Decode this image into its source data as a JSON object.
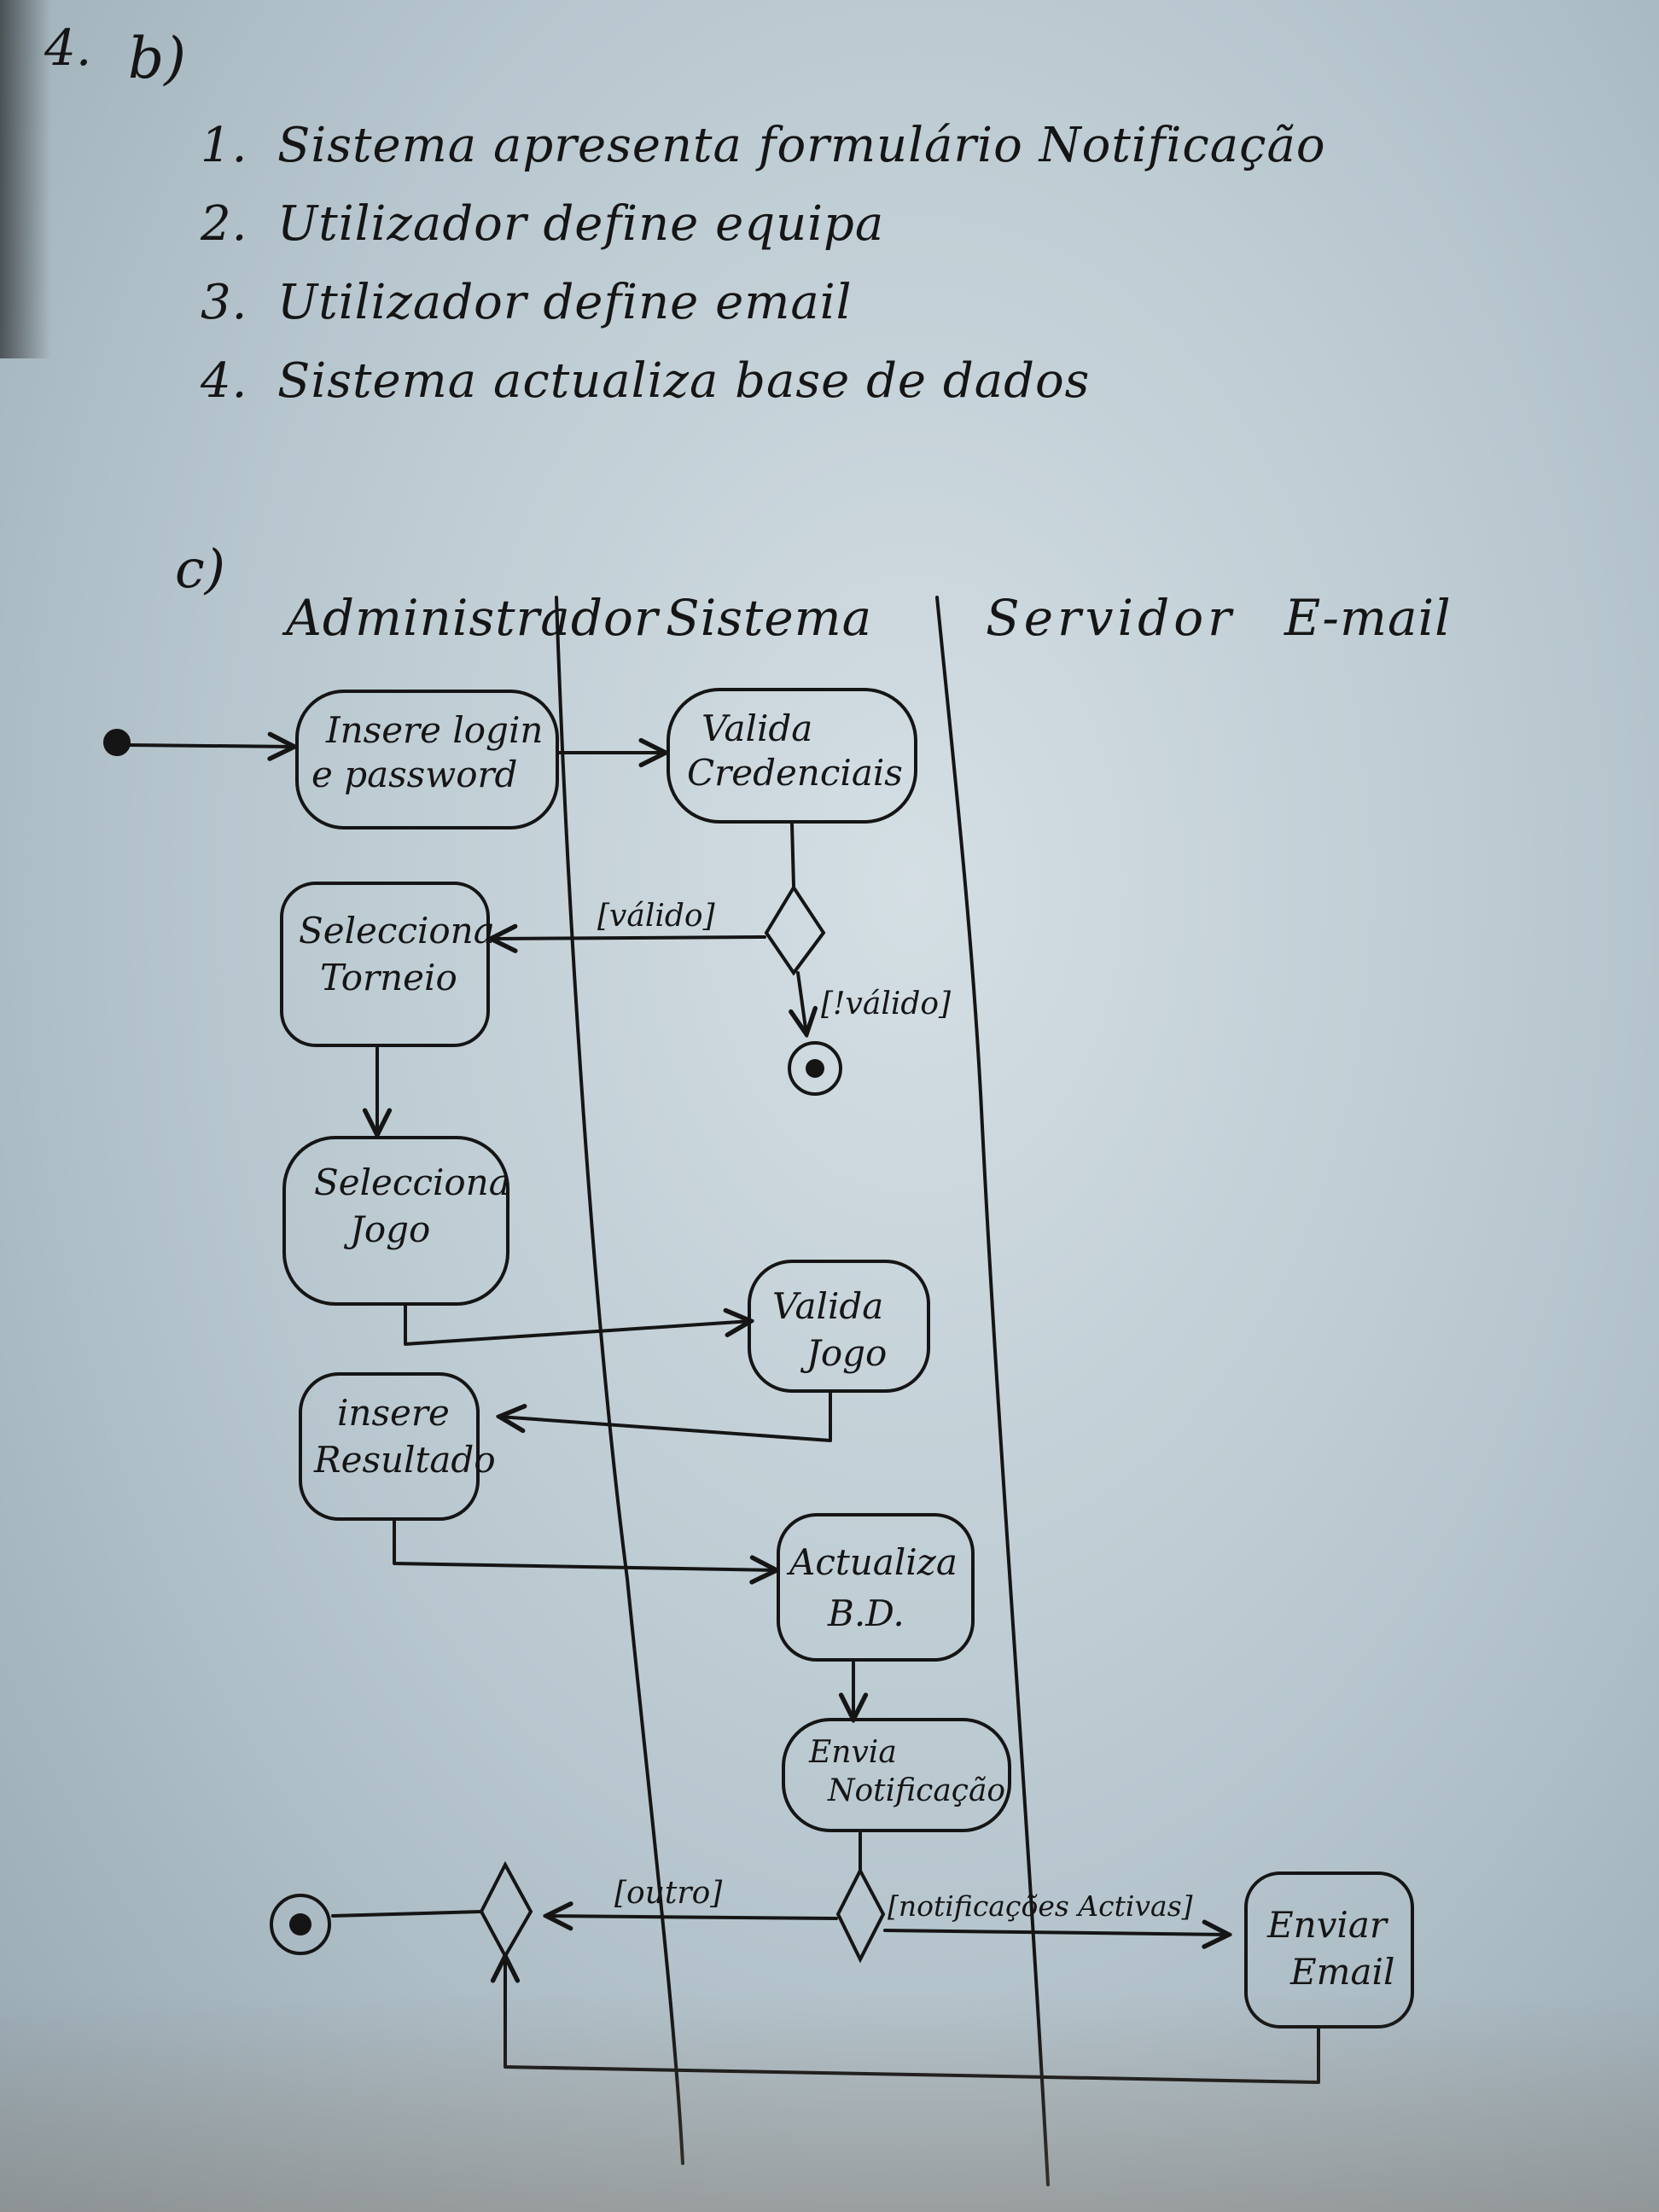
{
  "header": {
    "section_number": "4.",
    "subsection_b": "b)",
    "subsection_c": "c)"
  },
  "steps": [
    {
      "num": "1.",
      "text": "Sistema apresenta formulário Notificação"
    },
    {
      "num": "2.",
      "text": "Utilizador define equipa"
    },
    {
      "num": "3.",
      "text": "Utilizador define email"
    },
    {
      "num": "4.",
      "text": "Sistema actualiza base de dados"
    }
  ],
  "lanes": {
    "admin": "Administrador",
    "sistema": "Sistema",
    "servidor": "Servidor",
    "email": "E-mail"
  },
  "activities": {
    "insere_login": [
      "Insere login",
      "e password"
    ],
    "valida_credenciais": [
      "Valida",
      "Credenciais"
    ],
    "seleciona_torneio": [
      "Selecciona",
      "Torneio"
    ],
    "seleciona_jogo": [
      "Selecciona",
      "Jogo"
    ],
    "valida_jogo": [
      "Valida",
      "Jogo"
    ],
    "insere_resultado": [
      "insere",
      "Resultado"
    ],
    "actualiza_bd": [
      "Actualiza",
      "B.D."
    ],
    "envia_notificacao": [
      "Envia",
      "Notificação"
    ],
    "enviar_email": [
      "Enviar",
      "Email"
    ]
  },
  "guards": {
    "valido": "[válido]",
    "invalido": "[!válido]",
    "outro": "[outro]",
    "notificacoes_activas": "[notificações Activas]"
  }
}
